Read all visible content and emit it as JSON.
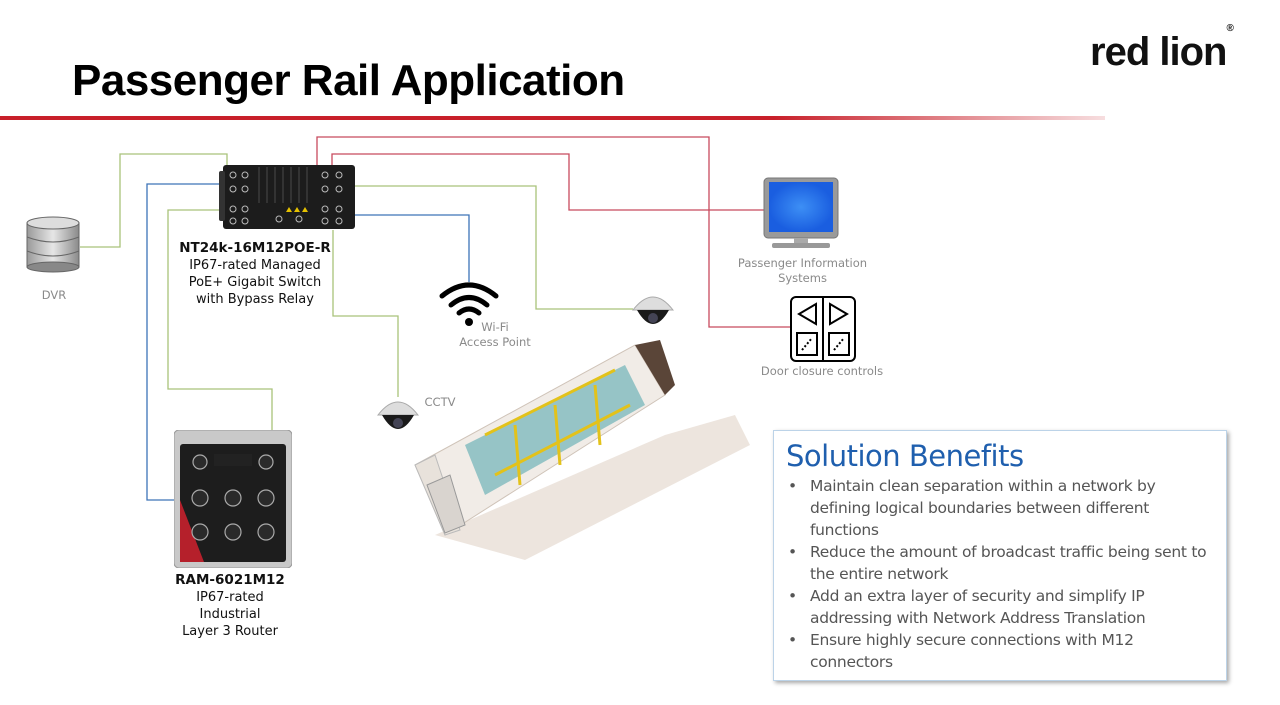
{
  "title": "Passenger Rail Application",
  "logo": {
    "text": "red lion",
    "mark": "®"
  },
  "colors": {
    "accent": "#c8202a",
    "heading_blue": "#1f5fae",
    "wire_green": "#a9c27a",
    "wire_blue": "#3d74b8",
    "wire_red": "#c84a5e"
  },
  "devices": {
    "dvr": {
      "label": "DVR",
      "icon": "database-icon"
    },
    "switch": {
      "model": "NT24k-16M12POE-R",
      "line1": "IP67-rated Managed",
      "line2": "PoE+ Gigabit Switch",
      "line3": "with Bypass Relay"
    },
    "router": {
      "model": "RAM-6021M12",
      "line1": "IP67-rated",
      "line2": "Industrial",
      "line3": "Layer 3 Router"
    },
    "wifi": {
      "line1": "Wi-Fi",
      "line2": "Access Point",
      "icon": "wifi-icon"
    },
    "cctv": {
      "label": "CCTV",
      "icon": "dome-camera-icon"
    },
    "pis": {
      "line1": "Passenger Information",
      "line2": "Systems",
      "icon": "monitor-icon"
    },
    "door": {
      "label": "Door closure controls",
      "icon": "door-controls-icon"
    }
  },
  "benefits": {
    "heading": "Solution Benefits",
    "items": [
      "Maintain clean separation within a network by defining logical boundaries between different functions",
      "Reduce the amount of broadcast traffic being sent to the entire network",
      "Add an extra layer of security and simplify IP addressing with Network Address Translation",
      "Ensure highly secure connections with M12 connectors"
    ]
  }
}
